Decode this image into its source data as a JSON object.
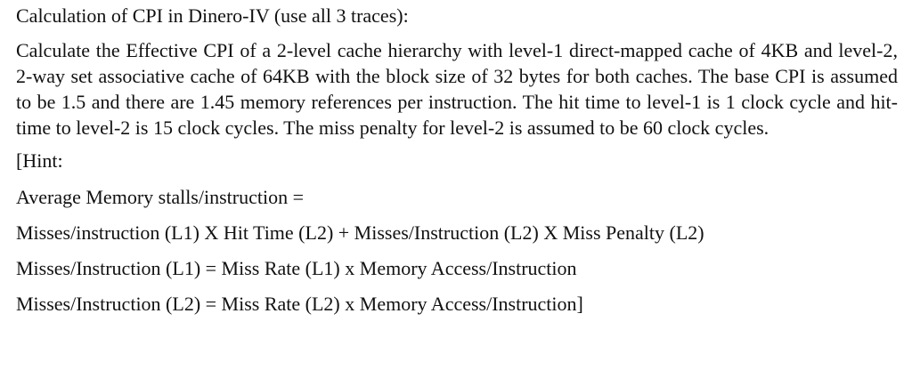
{
  "document": {
    "heading": "Calculation of CPI in Dinero-IV (use all 3 traces):",
    "problem": "Calculate the Effective CPI of a 2-level cache hierarchy with level-1 direct-mapped cache of 4KB and level-2, 2-way set associative cache of 64KB with the block size of 32 bytes for both caches. The base CPI is assumed to be 1.5 and there are 1.45 memory references per instruction. The hit time to level-1 is 1 clock cycle and hit-time to level-2 is 15 clock cycles. The miss penalty for level-2 is assumed to be 60 clock cycles.",
    "hint": {
      "open": "[Hint:",
      "line1": "Average Memory stalls/instruction =",
      "line2": "Misses/instruction (L1) X Hit Time (L2) + Misses/Instruction (L2) X Miss Penalty (L2)",
      "line3": "Misses/Instruction (L1) = Miss Rate (L1) x Memory Access/Instruction",
      "line4": "Misses/Instruction (L2) = Miss Rate (L2) x Memory Access/Instruction]"
    }
  }
}
